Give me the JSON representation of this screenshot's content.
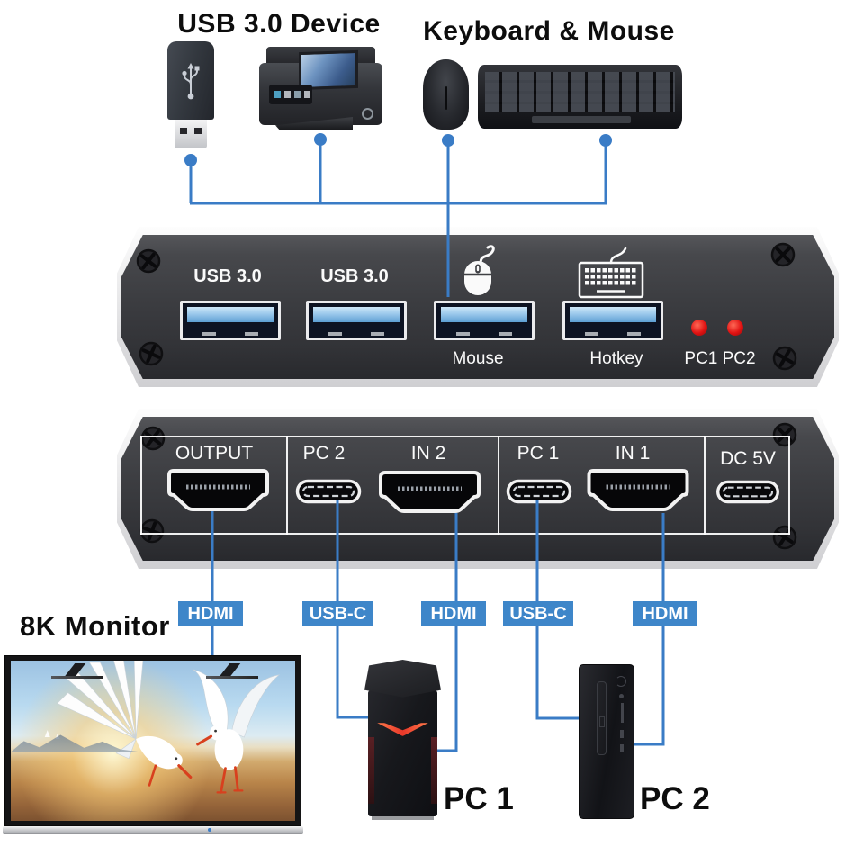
{
  "top": {
    "usb_device_title": "USB 3.0 Device",
    "keyboard_mouse_title": "Keyboard & Mouse"
  },
  "front_panel": {
    "usb_port_labels": [
      "USB 3.0",
      "USB 3.0"
    ],
    "mouse_port_label": "Mouse",
    "hotkey_port_label": "Hotkey",
    "led_label": "PC1 PC2"
  },
  "rear_panel": {
    "output_label": "OUTPUT",
    "pc2_label": "PC 2",
    "in2_label": "IN 2",
    "pc1_label": "PC 1",
    "in1_label": "IN 1",
    "power_label": "DC 5V"
  },
  "cable_labels": [
    "HDMI",
    "USB-C",
    "HDMI",
    "USB-C",
    "HDMI"
  ],
  "bottom": {
    "monitor_title": "8K Monitor",
    "pc1_title": "PC 1",
    "pc2_title": "PC 2"
  },
  "colors": {
    "wire_blue": "#3a7cc6",
    "label_blue": "#3e86c9",
    "led_red": "#e01212"
  }
}
